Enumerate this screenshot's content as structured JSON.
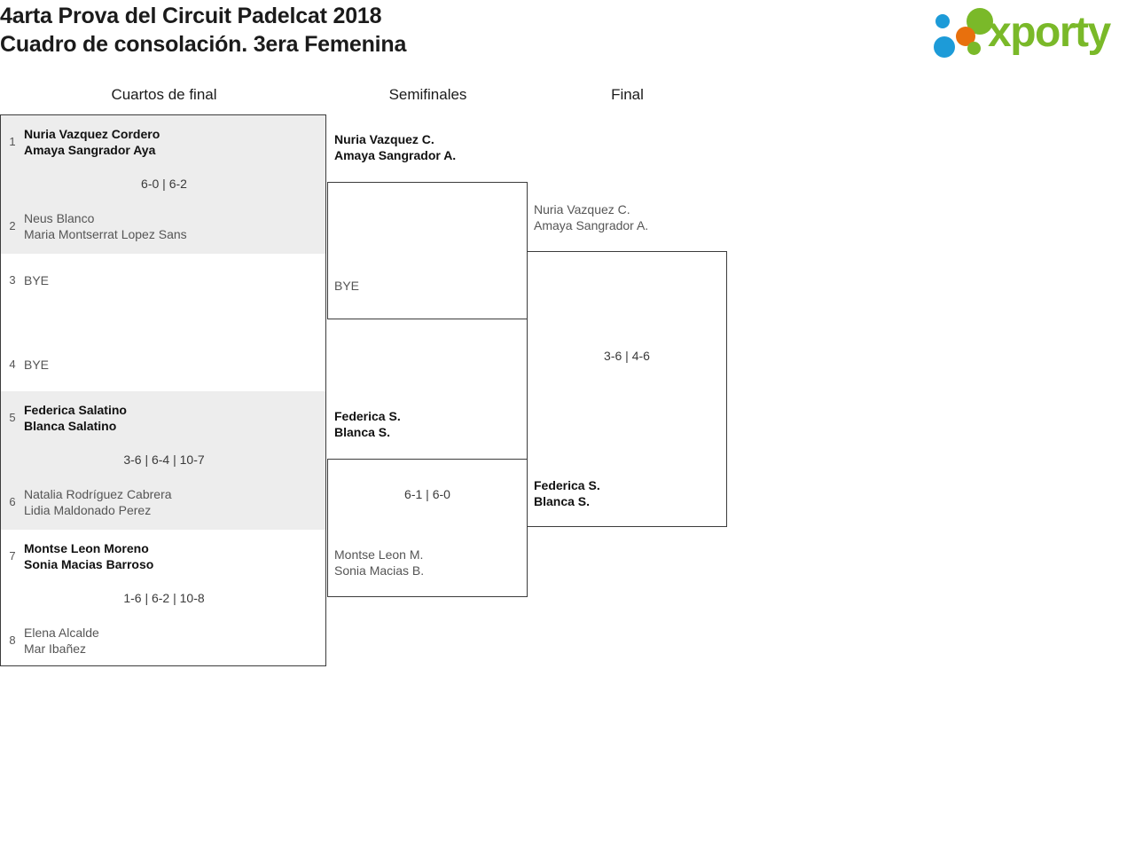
{
  "header": {
    "title_line1": "4arta Prova del Circuit Padelcat 2018",
    "title_line2": "Cuadro de consolación. 3era Femenina",
    "logo_word": "xporty"
  },
  "rounds": [
    {
      "label": "Cuartos de final"
    },
    {
      "label": "Semifinales"
    },
    {
      "label": "Final"
    }
  ],
  "bracket": {
    "round1": [
      {
        "top": {
          "seed": "1",
          "line1": "Nuria Vazquez Cordero",
          "line2": "Amaya Sangrador Aya",
          "winner": true
        },
        "bottom": {
          "seed": "2",
          "line1": "Neus Blanco",
          "line2": "Maria Montserrat Lopez Sans",
          "winner": false
        },
        "score": "6-0 | 6-2"
      },
      {
        "top": {
          "seed": "3",
          "line1": "BYE",
          "line2": "",
          "winner": false
        },
        "bottom": {
          "seed": "4",
          "line1": "BYE",
          "line2": "",
          "winner": false
        },
        "score": ""
      },
      {
        "top": {
          "seed": "5",
          "line1": "Federica Salatino",
          "line2": "Blanca Salatino",
          "winner": true
        },
        "bottom": {
          "seed": "6",
          "line1": "Natalia Rodríguez Cabrera",
          "line2": "Lidia Maldonado Perez",
          "winner": false
        },
        "score": "3-6 | 6-4 | 10-7"
      },
      {
        "top": {
          "seed": "7",
          "line1": "Montse Leon Moreno",
          "line2": "Sonia Macias Barroso",
          "winner": true
        },
        "bottom": {
          "seed": "8",
          "line1": "Elena Alcalde",
          "line2": "Mar Ibañez",
          "winner": false
        },
        "score": "1-6 | 6-2 | 10-8"
      }
    ],
    "semifinals": [
      {
        "top": {
          "line1": "Nuria Vazquez C.",
          "line2": "Amaya Sangrador A.",
          "winner": true
        },
        "bottom": {
          "line1": "BYE",
          "line2": "",
          "winner": false
        },
        "score": ""
      },
      {
        "top": {
          "line1": "Federica S.",
          "line2": "Blanca S.",
          "winner": true
        },
        "bottom": {
          "line1": "Montse Leon M.",
          "line2": "Sonia Macias B.",
          "winner": false
        },
        "score": "6-1 | 6-0"
      }
    ],
    "final": {
      "top": {
        "line1": "Nuria Vazquez C.",
        "line2": "Amaya Sangrador A.",
        "winner": false
      },
      "bottom": {
        "line1": "Federica S.",
        "line2": "Blanca S.",
        "winner": true
      },
      "score": "3-6 | 4-6"
    }
  },
  "colors": {
    "shade": "#ededed",
    "border": "#3c3c3c",
    "logo_green": "#7ab929",
    "logo_blue": "#1d9bd8",
    "logo_orange": "#e8700d"
  }
}
